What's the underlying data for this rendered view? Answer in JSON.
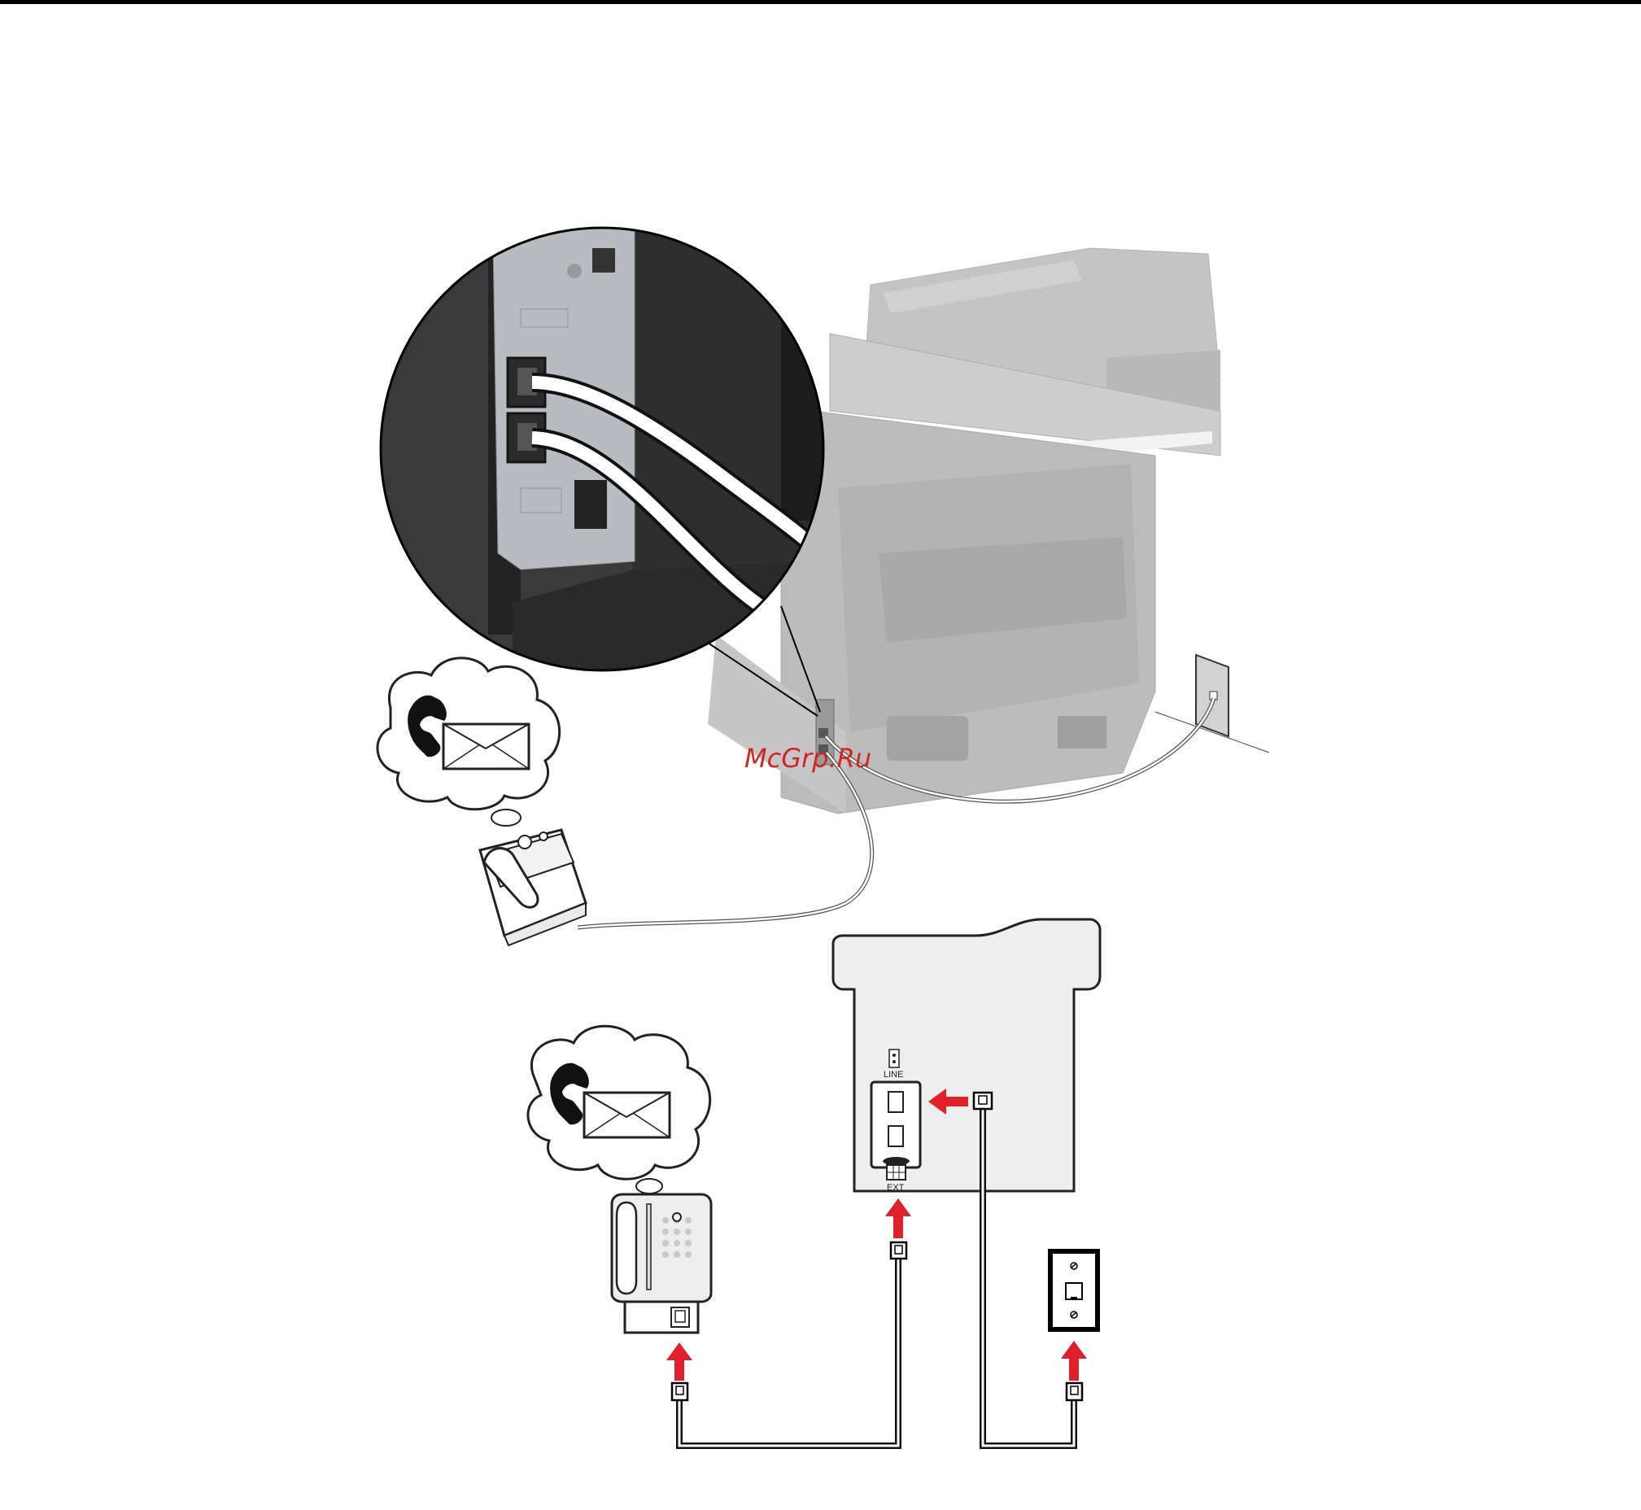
{
  "watermark": "McGrp.Ru",
  "labels": {
    "line_port": "LINE",
    "ext_port": "EXT"
  },
  "colors": {
    "arrow": "#e0202a",
    "printer_body": "#bdbdbd",
    "zoom_panel": "#3a3a3a",
    "cable": "#ffffff"
  },
  "icons": [
    "printer-rear-illustration",
    "zoom-detail-circle",
    "phone-fax-thought-bubble-icon",
    "telephone-icon",
    "wall-jack-icon",
    "printer-diagram-icon",
    "rj11-plug-icon",
    "red-arrow-icon"
  ]
}
